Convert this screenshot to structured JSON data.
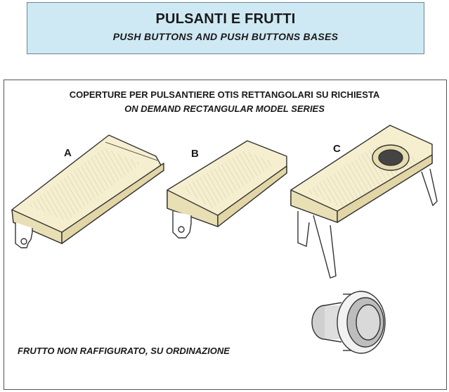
{
  "header": {
    "title": "PULSANTI E FRUTTI",
    "subtitle": "PUSH BUTTONS AND PUSH BUTTONS BASES"
  },
  "panel": {
    "title": "COPERTURE PER PULSANTIERE OTIS RETTANGOLARI SU RICHIESTA",
    "subtitle": "ON DEMAND RECTANGULAR MODEL SERIES",
    "items": [
      {
        "label": "A"
      },
      {
        "label": "B"
      },
      {
        "label": "C"
      }
    ],
    "footnote": "FRUTTO NON RAFFIGURATO, SU ORDINAZIONE"
  },
  "colors": {
    "header_bg": "#cfe9f4",
    "cover_fill": "#f6efcf",
    "cover_side": "#e9dfb4",
    "outline": "#333333"
  }
}
